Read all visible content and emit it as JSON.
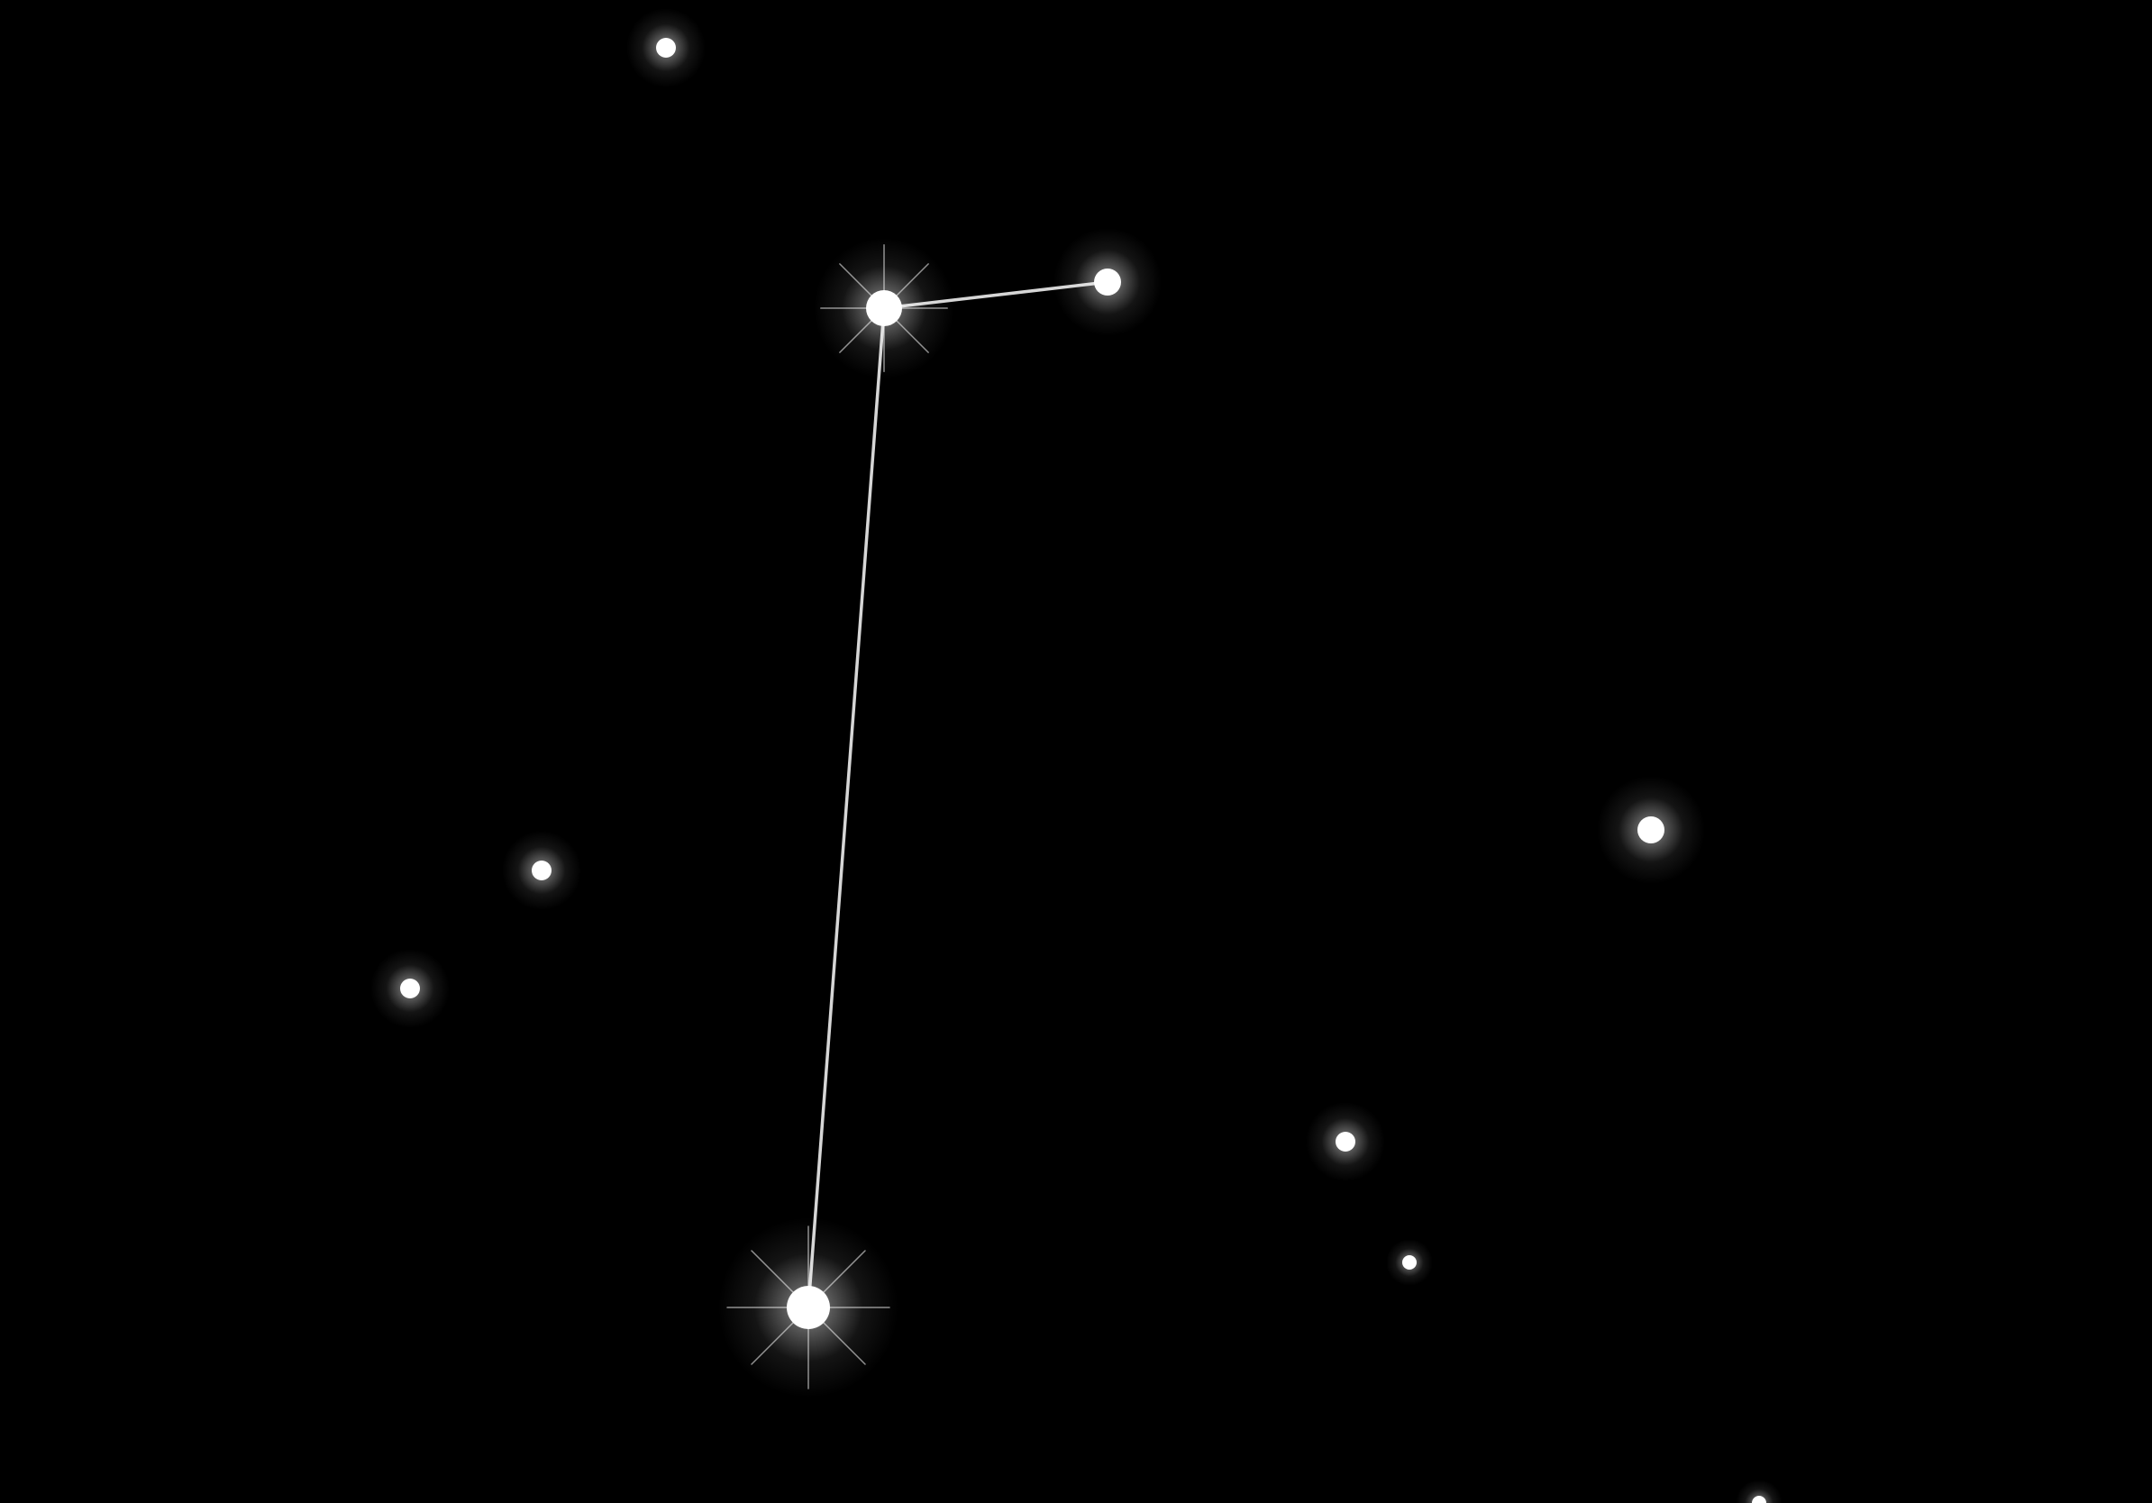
{
  "scene": {
    "background_color": "#000000",
    "star_color": "#ffffff",
    "line_color": "#d6d6d6"
  },
  "stars": [
    {
      "id": "star-top-small",
      "brightness": "dim"
    },
    {
      "id": "star-upper-left-bright",
      "brightness": "bright"
    },
    {
      "id": "star-upper-right",
      "brightness": "medium"
    },
    {
      "id": "star-left-middle",
      "brightness": "dim"
    },
    {
      "id": "star-left-lower",
      "brightness": "dim"
    },
    {
      "id": "star-bottom-bright",
      "brightness": "brightest"
    },
    {
      "id": "star-right-middle",
      "brightness": "medium"
    },
    {
      "id": "star-lower-right",
      "brightness": "dim"
    },
    {
      "id": "star-lower-right-small",
      "brightness": "faint"
    },
    {
      "id": "star-bottom-edge",
      "brightness": "faint"
    }
  ],
  "connections": [
    {
      "from": "star-upper-left-bright",
      "to": "star-upper-right"
    },
    {
      "from": "star-upper-left-bright",
      "to": "star-bottom-bright"
    }
  ]
}
